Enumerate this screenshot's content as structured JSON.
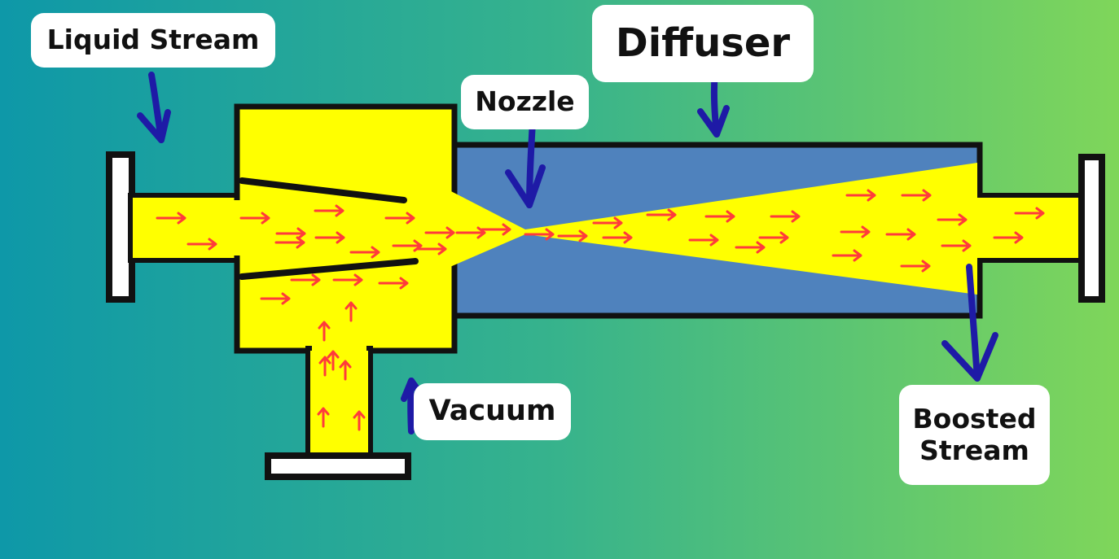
{
  "labels": {
    "liquid_stream": "Liquid Stream",
    "diffuser": "Diffuser",
    "nozzle": "Nozzle",
    "vacuum": "Vacuum",
    "boosted_line1": "Boosted",
    "boosted_line2": "Stream"
  },
  "colors": {
    "gradient_start": "#0e98a8",
    "gradient_mid": "#37b38c",
    "gradient_end": "#7fd65a",
    "fluid": "#ffff00",
    "diffuser_body": "#4f82bd",
    "outline": "#111111",
    "flow_arrow": "#ff3b3b",
    "pointer_arrow": "#1e1aa6"
  },
  "icons": {
    "flow": "red-flow-arrow",
    "pointer": "blue-pointer-arrow"
  }
}
